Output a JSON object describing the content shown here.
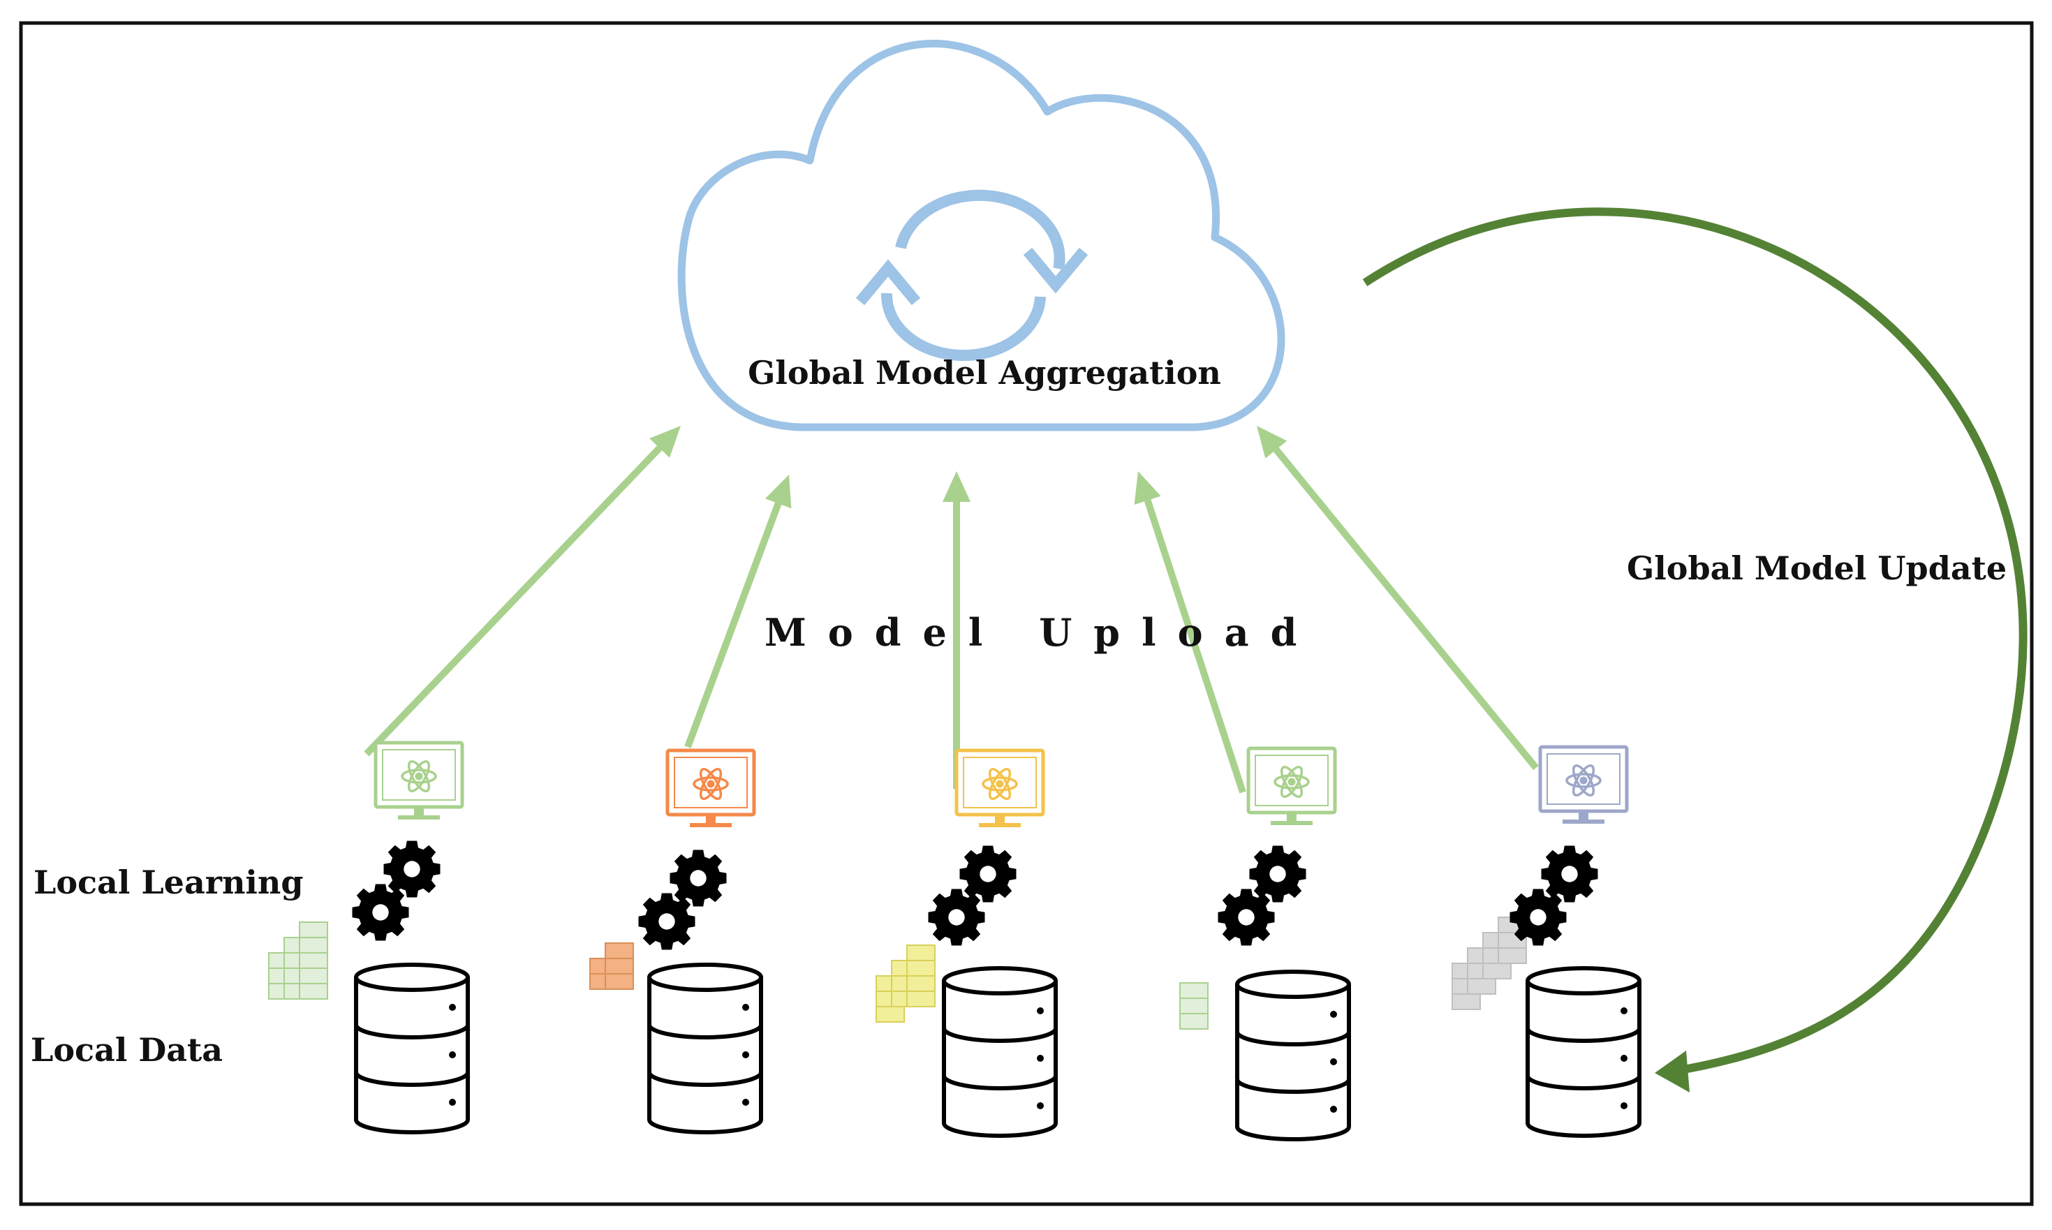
{
  "labels": {
    "cloud": "Global Model Aggregation",
    "upload": "Model Upload",
    "update": "Global Model Update",
    "local_learning": "Local Learning",
    "local_data": "Local Data"
  },
  "colors": {
    "border": "#111111",
    "cloud": "#9dc3e6",
    "upload_arrow": "#a9d18e",
    "update_arrow": "#548235",
    "gear": "#000000"
  },
  "clients": [
    {
      "name": "client-1",
      "monitor_color": "#a9d18e",
      "data_color": "#e2efda",
      "data_stroke": "#a9d18e"
    },
    {
      "name": "client-2",
      "monitor_color": "#f4894a",
      "data_color": "#f4b183",
      "data_stroke": "#d99058"
    },
    {
      "name": "client-3",
      "monitor_color": "#f4c24a",
      "data_color": "#f2ef9a",
      "data_stroke": "#d8d05a"
    },
    {
      "name": "client-4",
      "monitor_color": "#a9d18e",
      "data_color": "#e2efda",
      "data_stroke": "#a9d18e"
    },
    {
      "name": "client-5",
      "monitor_color": "#9ea7c9",
      "data_color": "#d9d9d9",
      "data_stroke": "#bfbfbf"
    }
  ]
}
